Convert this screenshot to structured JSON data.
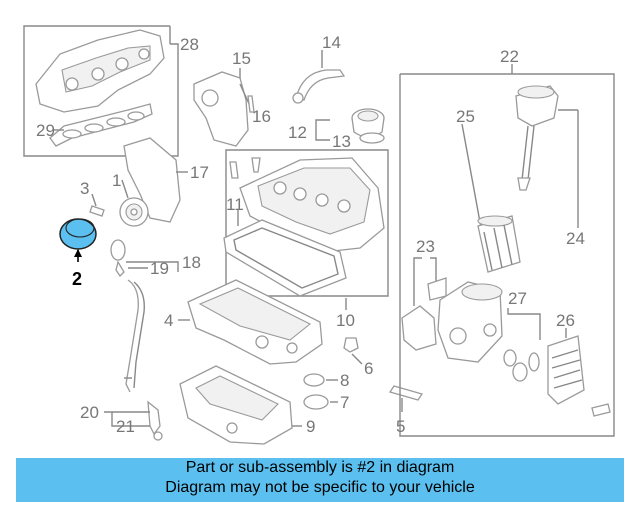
{
  "diagram": {
    "highlight_color": "#5bc0f0",
    "highlighted_part": "2",
    "callouts": {
      "c1": "1",
      "c2": "2",
      "c3": "3",
      "c4": "4",
      "c5": "5",
      "c6": "6",
      "c7": "7",
      "c8": "8",
      "c9": "9",
      "c10": "10",
      "c11": "11",
      "c12": "12",
      "c13": "13",
      "c14": "14",
      "c15": "15",
      "c16": "16",
      "c17": "17",
      "c18": "18",
      "c19": "19",
      "c20": "20",
      "c21": "21",
      "c22": "22",
      "c23": "23",
      "c24": "24",
      "c25": "25",
      "c26": "26",
      "c27": "27",
      "c28": "28",
      "c29": "29"
    }
  },
  "banner": {
    "line1": "Part or sub-assembly is #2 in diagram",
    "line2": "Diagram may not be specific to your vehicle",
    "color": "#5bc0f0"
  }
}
